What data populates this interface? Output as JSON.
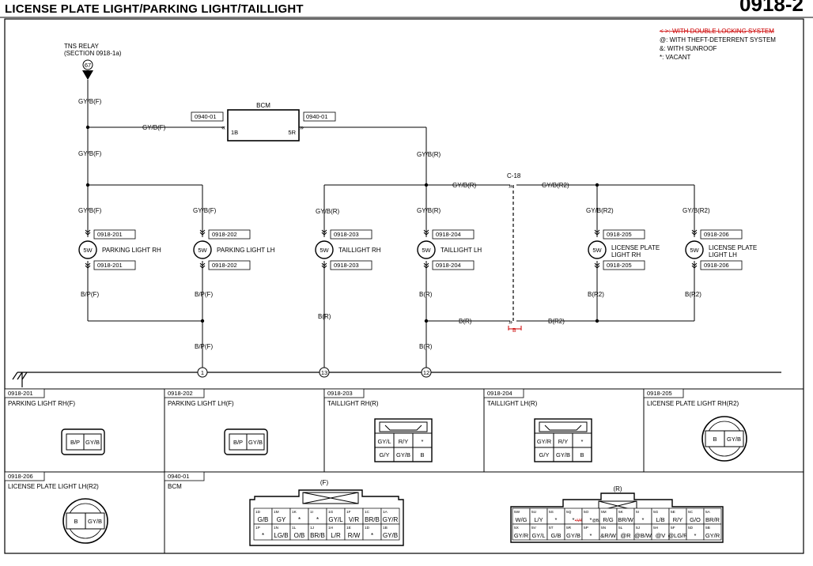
{
  "header": {
    "title": "LICENSE PLATE LIGHT/PARKING LIGHT/TAILLIGHT",
    "page_code": "0918-2"
  },
  "legend": [
    {
      "text": "< >: WITH DOUBLE LOCKING SYSTEM",
      "color": "#cc0000",
      "struck": true
    },
    {
      "text": "@: WITH THEFT-DETERRENT SYSTEM",
      "color": "#000000",
      "struck": false
    },
    {
      "text": "&: WITH SUNROOF",
      "color": "#000000",
      "struck": false
    },
    {
      "text": "*: VACANT",
      "color": "#000000",
      "struck": false
    }
  ],
  "relay": {
    "label": "TNS RELAY",
    "section": "(SECTION 0918-1a)",
    "pin": "67"
  },
  "bcm": {
    "label": "BCM",
    "conn_left": "0940-01",
    "conn_right": "0940-01",
    "pin_left": "1B",
    "pin_right": "5R"
  },
  "wires": {
    "gyb_f": "GY/B(F)",
    "gyb_r": "GY/B(R)",
    "gyb_r2": "GY/B(R2)",
    "bp_f": "B/P(F)",
    "b_r": "B(R)",
    "b_r2": "B(R2)",
    "b_red": "B"
  },
  "joint": {
    "label": "C-18"
  },
  "lamps": [
    {
      "rating": "5W",
      "name": "PARKING LIGHT RH",
      "conn": "0918-201"
    },
    {
      "rating": "5W",
      "name": "PARKING LIGHT LH",
      "conn": "0918-202"
    },
    {
      "rating": "5W",
      "name": "TAILLIGHT RH",
      "conn": "0918-203"
    },
    {
      "rating": "5W",
      "name": "TAILLIGHT LH",
      "conn": "0918-204"
    },
    {
      "rating": "5W",
      "name": "LICENSE PLATE LIGHT RH",
      "conn": "0918-205"
    },
    {
      "rating": "5W",
      "name": "LICENSE PLATE LIGHT LH",
      "conn": "0918-206"
    }
  ],
  "grounds": [
    "1",
    "13",
    "12"
  ],
  "connectors": [
    {
      "code": "0918-201",
      "name": "PARKING LIGHT RH(F)",
      "pins": [
        "B/P",
        "GY/B"
      ]
    },
    {
      "code": "0918-202",
      "name": "PARKING LIGHT LH(F)",
      "pins": [
        "B/P",
        "GY/B"
      ]
    },
    {
      "code": "0918-203",
      "name": "TAILLIGHT RH(R)",
      "pins": [
        "GY/L",
        "R/Y",
        "*",
        "G/Y",
        "GY/B",
        "B"
      ]
    },
    {
      "code": "0918-204",
      "name": "TAILLIGHT LH(R)",
      "pins": [
        "GY/R",
        "R/Y",
        "*",
        "G/Y",
        "GY/B",
        "B"
      ]
    },
    {
      "code": "0918-205",
      "name": "LICENSE PLATE LIGHT RH(R2)",
      "pins": [
        "B",
        "GY/B"
      ]
    },
    {
      "code": "0918-206",
      "name": "LICENSE PLATE LIGHT LH(R2)",
      "pins": [
        "B",
        "GY/B"
      ]
    },
    {
      "code": "0940-01",
      "name": "BCM"
    }
  ],
  "bcm_conn_f": {
    "label": "(F)",
    "row1": [
      {
        "pin": "1D",
        "wire": "G/B"
      },
      {
        "pin": "1M",
        "wire": "GY"
      },
      {
        "pin": "1K",
        "wire": "*"
      },
      {
        "pin": "1I",
        "wire": "*"
      },
      {
        "pin": "1G",
        "wire": "GY/L"
      },
      {
        "pin": "1F",
        "wire": "V/R"
      },
      {
        "pin": "1C",
        "wire": "BR/B"
      },
      {
        "pin": "1A",
        "wire": "GY/R"
      }
    ],
    "row2": [
      {
        "pin": "1P",
        "wire": "*"
      },
      {
        "pin": "1N",
        "wire": "LG/B"
      },
      {
        "pin": "1L",
        "wire": "O/B"
      },
      {
        "pin": "1J",
        "wire": "BR/B"
      },
      {
        "pin": "1H",
        "wire": "L/R"
      },
      {
        "pin": "1E",
        "wire": "R/W"
      },
      {
        "pin": "1D",
        "wire": "*"
      },
      {
        "pin": "1B",
        "wire": "GY/B"
      }
    ]
  },
  "bcm_conn_r": {
    "label": "(R)",
    "row1": [
      {
        "pin": "5W",
        "wire": "W/G"
      },
      {
        "pin": "5U",
        "wire": "L/Y"
      },
      {
        "pin": "5S",
        "wire": "*"
      },
      {
        "pin": "5Q",
        "wire": "*"
      },
      {
        "pin": "5O",
        "wire": "*"
      },
      {
        "pin": "5M",
        "wire": "R/G"
      },
      {
        "pin": "5K",
        "wire": "BR/W"
      },
      {
        "pin": "5I",
        "wire": "*"
      },
      {
        "pin": "5G",
        "wire": "L/B"
      },
      {
        "pin": "5E",
        "wire": "R/Y"
      },
      {
        "pin": "5C",
        "wire": "G/O"
      },
      {
        "pin": "5A",
        "wire": "BR/R"
      }
    ],
    "row1_sub": {
      "5Q": "<V/O>",
      "5O": "@B/W"
    },
    "row2": [
      {
        "pin": "5X",
        "wire": "GY/R"
      },
      {
        "pin": "5V",
        "wire": "GY/L"
      },
      {
        "pin": "5T",
        "wire": "G/B"
      },
      {
        "pin": "5R",
        "wire": "GY/B"
      },
      {
        "pin": "5P",
        "wire": "*"
      },
      {
        "pin": "5N",
        "wire": "&R/W"
      },
      {
        "pin": "5L",
        "wire": "@R"
      },
      {
        "pin": "5J",
        "wire": "@B/W"
      },
      {
        "pin": "5H",
        "wire": "@V"
      },
      {
        "pin": "5F",
        "wire": "@LG/R"
      },
      {
        "pin": "5D",
        "wire": "*"
      },
      {
        "pin": "5B",
        "wire": "GY/R"
      }
    ]
  }
}
